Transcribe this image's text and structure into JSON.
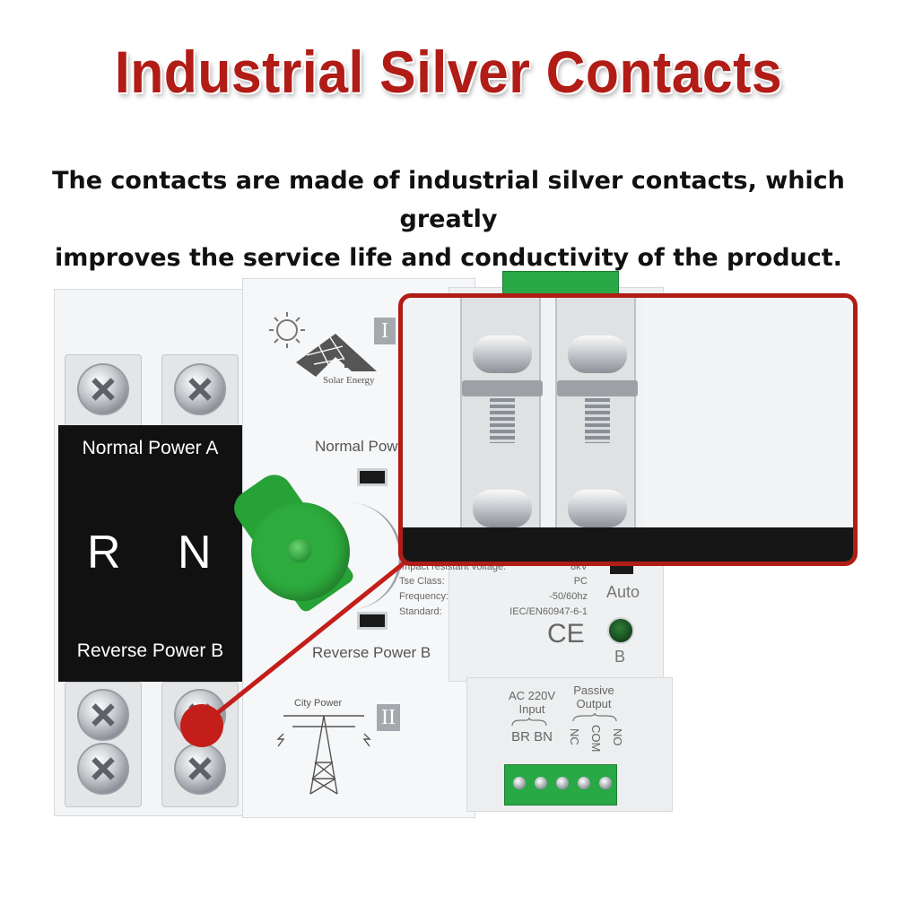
{
  "header": {
    "title": "Industrial Silver Contacts",
    "description_line1": "The contacts are made of industrial silver contacts, which greatly",
    "description_line2": "improves the service life and conductivity of the product."
  },
  "product": {
    "panel": {
      "top_label": "Normal Power A",
      "left_letter": "R",
      "right_letter": "N",
      "bottom_label": "Reverse Power B"
    },
    "labels": {
      "normal_power": "Normal Pow",
      "reverse_power": "Reverse Power B",
      "roman_one": "I",
      "roman_two": "II",
      "solar_energy": "Solar Energy",
      "city_power": "City Power",
      "auto": "Auto",
      "b": "B",
      "ce": "CE"
    },
    "specs": [
      {
        "key": "Impact resistant voltage:",
        "value": "8kV"
      },
      {
        "key": "Tse Class:",
        "value": "PC"
      },
      {
        "key": "Frequency:",
        "value": "-50/60hz"
      },
      {
        "key": "Standard:",
        "value": "IEC/EN60947-6-1"
      }
    ],
    "io": {
      "input_title": "AC 220V",
      "input_sub": "Input",
      "input_terms": "BR  BN",
      "output_title": "Passive",
      "output_sub": "Output",
      "output_nc": "NC",
      "output_com": "COM",
      "output_no": "NO"
    }
  },
  "colors": {
    "title_red": "#b11c16",
    "callout_red": "#c41e1a",
    "knob_green": "#2dab3c",
    "panel_black": "#111111"
  }
}
